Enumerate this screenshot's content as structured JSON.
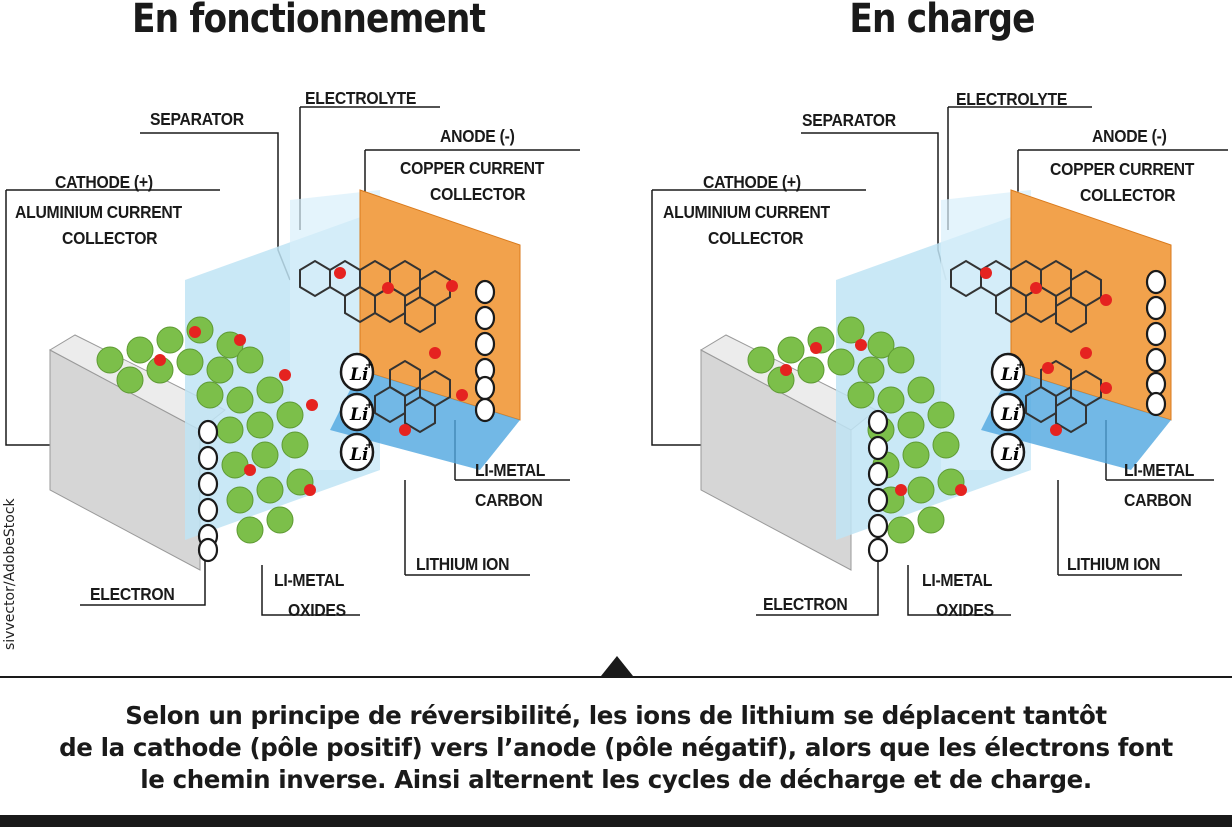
{
  "titles": {
    "left": "En fonctionnement",
    "right": "En charge"
  },
  "labels": {
    "separator": "SEPARATOR",
    "electrolyte": "ELECTROLYTE",
    "anode": "ANODE (-)",
    "copper_1": "COPPER CURRENT",
    "copper_2": "COLLECTOR",
    "cathode": "CATHODE (+)",
    "aluminium_1": "ALUMINIUM CURRENT",
    "aluminium_2": "COLLECTOR",
    "limetal_carbon_1": "LI-METAL",
    "limetal_carbon_2": "CARBON",
    "lithium_ion": "LITHIUM ION",
    "electron": "ELECTRON",
    "limetal_oxides_1": "LI-METAL",
    "limetal_oxides_2": "OXIDES"
  },
  "ion_symbol": "Li",
  "ion_charge": "+",
  "watermark": "sivvector/AdobeStock",
  "caption": [
    "Selon un principe de réversibilité, les ions de lithium se déplacent tantôt",
    "de la cathode (pôle positif) vers l’anode (pôle négatif), alors que les électrons font",
    "le chemin inverse. Ainsi alternent les cycles de décharge et de charge."
  ],
  "colors": {
    "collector": "#cfcfcf",
    "cathode_green": "#7cbf4a",
    "separator_blue": "#bfe4f5",
    "anode_orange": "#f2a24c",
    "lithium_red": "#e52320"
  }
}
